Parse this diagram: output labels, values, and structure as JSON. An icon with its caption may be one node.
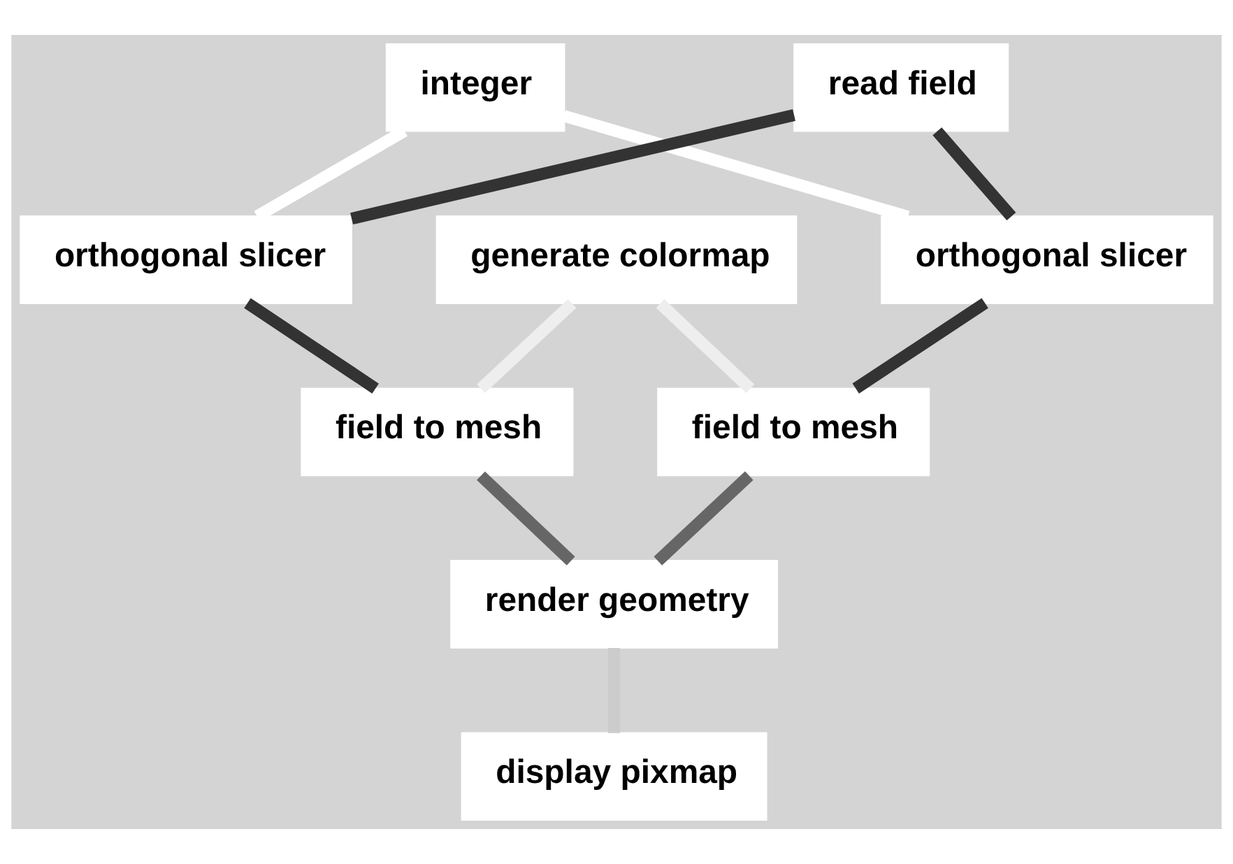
{
  "diagram": {
    "nodes": [
      {
        "text": [
          "integer"
        ]
      },
      {
        "text": [
          "read field"
        ]
      },
      {
        "text": [
          "orthogonal slicer"
        ]
      },
      {
        "text": [
          "orthogonal slicer"
        ]
      },
      {
        "text": [
          "generate colormap"
        ]
      },
      {
        "text": [
          "field to mesh"
        ]
      },
      {
        "text": [
          "field to mesh"
        ]
      },
      {
        "text": [
          "render geometry"
        ]
      },
      {
        "text": [
          "display pixmap"
        ]
      }
    ],
    "edges": [
      {
        "from": 0,
        "to": 2,
        "arrow": "none",
        "color": "#ffffff"
      },
      {
        "from": 0,
        "to": 3,
        "arrow": "none",
        "color": "#ffffff"
      },
      {
        "from": 1,
        "to": 2,
        "arrow": "none"
      },
      {
        "from": 1,
        "to": 3,
        "arrow": "none"
      },
      {
        "from": 2,
        "to": 5,
        "arrow": "none"
      },
      {
        "from": 3,
        "to": 6,
        "arrow": "none"
      },
      {
        "from": 4,
        "to": 5,
        "arrow": "none",
        "color": "#eeeeee"
      },
      {
        "from": 4,
        "to": 6,
        "arrow": "none",
        "color": "#eeeeee"
      },
      {
        "from": 5,
        "to": 7,
        "arrow": "none",
        "color": "#666666"
      },
      {
        "from": 6,
        "to": 7,
        "arrow": "none",
        "color": "#666666"
      },
      {
        "from": 7,
        "to": 8,
        "arrow": "none",
        "color": "#cccccc"
      }
    ]
  }
}
